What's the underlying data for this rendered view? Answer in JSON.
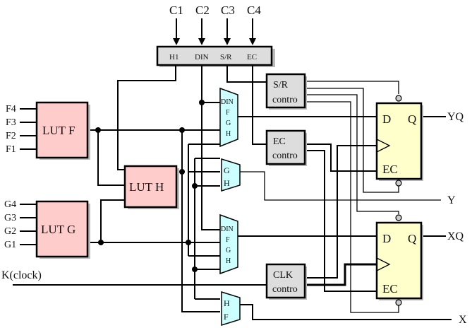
{
  "diagram": {
    "title": "",
    "config_inputs": [
      "C1",
      "C2",
      "C3",
      "C4"
    ],
    "config_box_labels": [
      "H1",
      "DIN",
      "S/R",
      "EC"
    ],
    "lut_f": {
      "label": "LUT F",
      "inputs": [
        "F4",
        "F3",
        "F2",
        "F1"
      ]
    },
    "lut_g": {
      "label": "LUT G",
      "inputs": [
        "G4",
        "G3",
        "G2",
        "G1"
      ]
    },
    "lut_h": {
      "label": "LUT H"
    },
    "clock_label": "K(clock)",
    "mux_top": [
      "DIN",
      "F",
      "G",
      "H"
    ],
    "mux_y": [
      "G",
      "H"
    ],
    "mux_bottom": [
      "DIN",
      "F",
      "G",
      "H"
    ],
    "mux_x": [
      "H",
      "F"
    ],
    "sr_control": [
      "S/R",
      "contro"
    ],
    "ec_control": [
      "EC",
      "contro"
    ],
    "clk_control": [
      "CLK",
      "contro"
    ],
    "ff_top": {
      "d": "D",
      "q": "Q",
      "ec": "EC"
    },
    "ff_bottom": {
      "d": "D",
      "q": "Q",
      "ec": "EC"
    },
    "outputs": {
      "yq": "YQ",
      "y": "Y",
      "xq": "XQ",
      "x": "X"
    }
  }
}
